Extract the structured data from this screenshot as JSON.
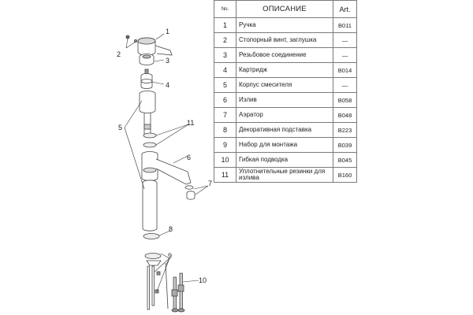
{
  "table": {
    "headers": {
      "no": "No.",
      "description": "ОПИСАНИЕ",
      "art": "Art."
    },
    "rows": [
      {
        "no": "1",
        "description": "Ручка",
        "art": "B011"
      },
      {
        "no": "2",
        "description": "Стопорный винт, заглушка",
        "art": "—"
      },
      {
        "no": "3",
        "description": "Резьбовое соединение",
        "art": "—"
      },
      {
        "no": "4",
        "description": "Картридж",
        "art": "B014"
      },
      {
        "no": "5",
        "description": "Корпус смесителя",
        "art": "—"
      },
      {
        "no": "6",
        "description": "Излив",
        "art": "B058"
      },
      {
        "no": "7",
        "description": "Аэратор",
        "art": "B048"
      },
      {
        "no": "8",
        "description": "Декоративная подставка",
        "art": "B223"
      },
      {
        "no": "9",
        "description": "Набор для монтажа",
        "art": "B039"
      },
      {
        "no": "10",
        "description": "Гибкая подводка",
        "art": "B045"
      },
      {
        "no": "11",
        "description": "Уплотнительные резинки для излива",
        "art": "B160"
      }
    ]
  },
  "callouts": {
    "c1": "1",
    "c2": "2",
    "c3": "3",
    "c4": "4",
    "c5": "5",
    "c6": "6",
    "c7": "7",
    "c8": "8",
    "c9": "9",
    "c10": "10",
    "c11": "11"
  }
}
